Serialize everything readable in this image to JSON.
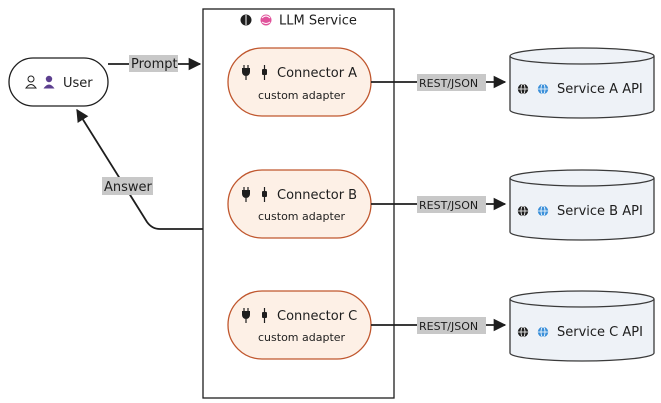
{
  "user": {
    "icons": [
      "person-outline-icon",
      "person-filled-icon"
    ],
    "label": "User"
  },
  "service": {
    "icons": [
      "brain-icon",
      "pink-brain-icon"
    ],
    "title": "LLM Service"
  },
  "edges": {
    "prompt": "Prompt",
    "answer": "Answer"
  },
  "connectors": [
    {
      "label": "Connector A",
      "sub": "custom adapter",
      "link": "REST/JSON",
      "api": "Service A API"
    },
    {
      "label": "Connector B",
      "sub": "custom adapter",
      "link": "REST/JSON",
      "api": "Service B API"
    },
    {
      "label": "Connector C",
      "sub": "custom adapter",
      "link": "REST/JSON",
      "api": "Service C API"
    }
  ],
  "colors": {
    "connector_fill": "#fdf0e6",
    "connector_stroke": "#c0572e",
    "db_fill": "#eef2f7",
    "db_stroke": "#3a3a3a",
    "edge_label_bg": "#c8c8c8",
    "globe_color": "#3a8fd9",
    "person_color": "#5c3f8f",
    "brain_pink": "#e0529b"
  }
}
